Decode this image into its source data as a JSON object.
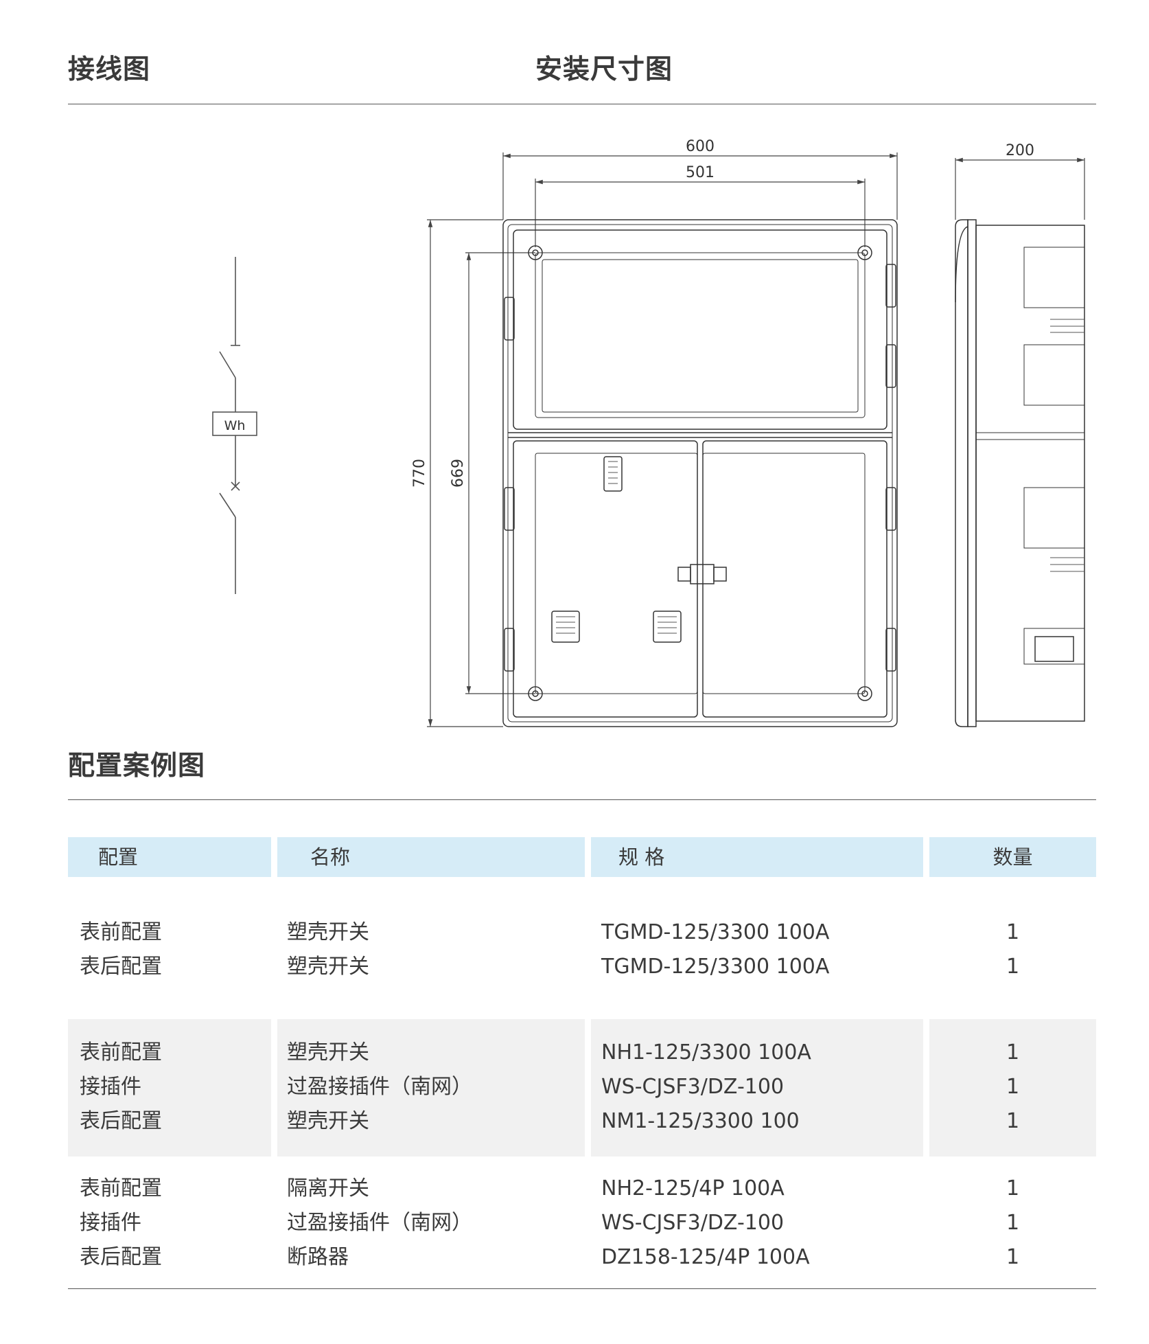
{
  "sections": {
    "wiring": "接线图",
    "install": "安装尺寸图",
    "config": "配置案例图"
  },
  "wiring_diagram": {
    "meter_label": "Wh"
  },
  "install_diagram": {
    "dim_width_outer": "600",
    "dim_width_inner": "501",
    "dim_height_outer": "770",
    "dim_height_inner": "669",
    "dim_depth": "200"
  },
  "table": {
    "headers": [
      "配置",
      "名称",
      "规 格",
      "数量"
    ],
    "groups": [
      {
        "rows": [
          {
            "config": "表前配置",
            "name": "塑壳开关",
            "spec": "TGMD-125/3300 100A",
            "qty": "1"
          },
          {
            "config": "表后配置",
            "name": "塑壳开关",
            "spec": "TGMD-125/3300 100A",
            "qty": "1"
          }
        ]
      },
      {
        "rows": [
          {
            "config": "表前配置",
            "name": "塑壳开关",
            "spec": "NH1-125/3300 100A",
            "qty": "1"
          },
          {
            "config": "接插件",
            "name": "过盈接插件（南网）",
            "spec": "WS-CJSF3/DZ-100",
            "qty": "1"
          },
          {
            "config": "表后配置",
            "name": "塑壳开关",
            "spec": "NM1-125/3300 100",
            "qty": "1"
          }
        ]
      },
      {
        "rows": [
          {
            "config": "表前配置",
            "name": "隔离开关",
            "spec": "NH2-125/4P 100A",
            "qty": "1"
          },
          {
            "config": "接插件",
            "name": "过盈接插件（南网）",
            "spec": "WS-CJSF3/DZ-100",
            "qty": "1"
          },
          {
            "config": "表后配置",
            "name": "断路器",
            "spec": "DZ158-125/4P 100A",
            "qty": "1"
          }
        ]
      }
    ]
  }
}
